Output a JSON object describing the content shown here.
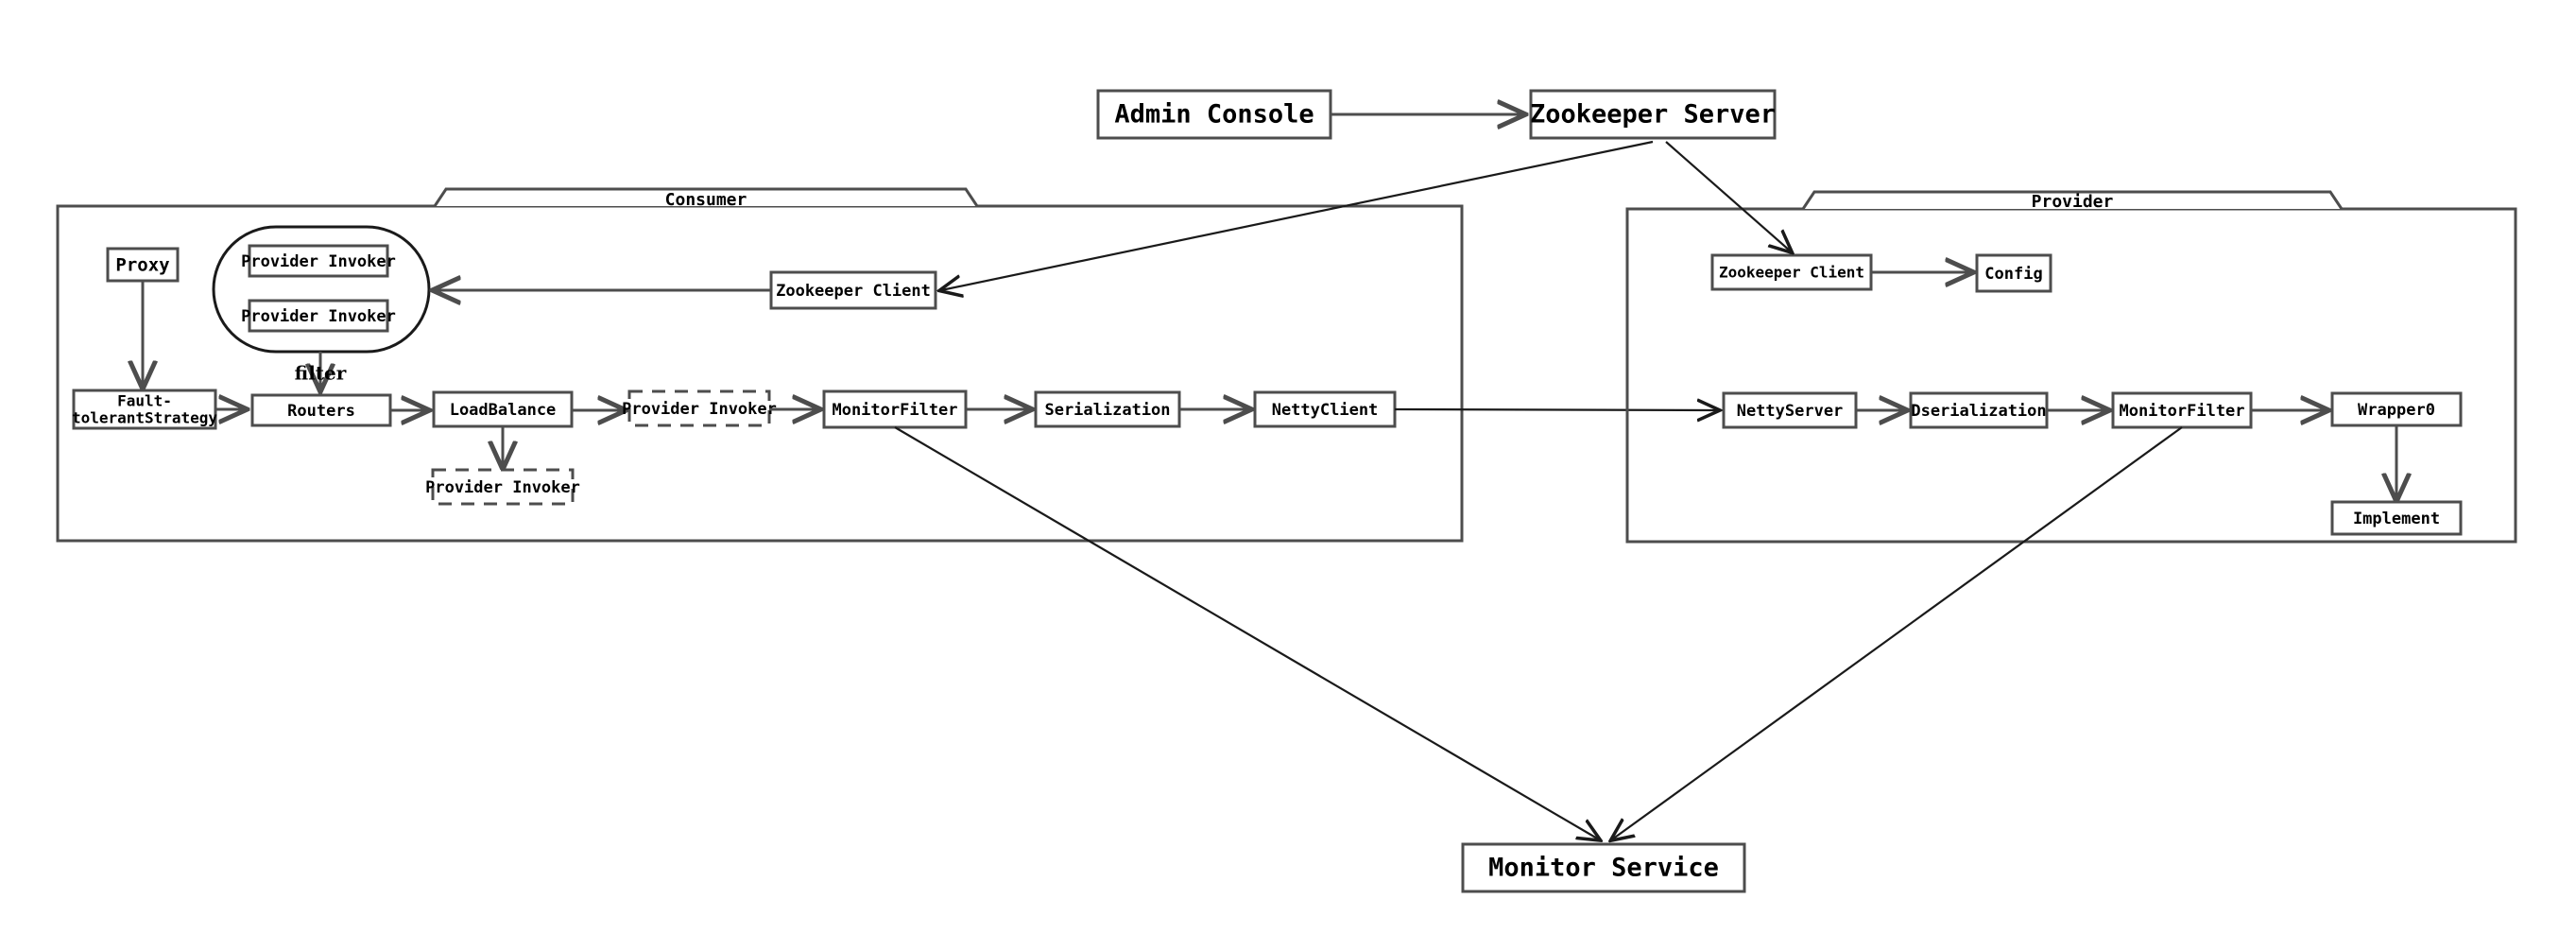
{
  "diagram": {
    "title": "Dubbo RPC Architecture",
    "background": "#ffffff",
    "stroke_color": "#4d4d4d",
    "text_color": "#000000"
  },
  "top_nodes": {
    "admin_console": "Admin Console",
    "zookeeper_server": "Zookeeper Server"
  },
  "bottom_nodes": {
    "monitor_service": "Monitor Service"
  },
  "groups": {
    "consumer": {
      "label": "Consumer"
    },
    "provider": {
      "label": "Provider"
    }
  },
  "consumer": {
    "proxy": "Proxy",
    "invoker_pool": {
      "invoker_1": "Provider Invoker",
      "invoker_2": "Provider Invoker"
    },
    "zookeeper_client": "Zookeeper Client",
    "fault_tolerant_strategy_line1": "Fault-",
    "fault_tolerant_strategy_line2": "tolerantStrategy",
    "routers": "Routers",
    "load_balance": "LoadBalance",
    "selected_invoker": "Provider Invoker",
    "chosen_invoker": "Provider Invoker",
    "monitor_filter": "MonitorFilter",
    "serialization": "Serialization",
    "netty_client": "NettyClient"
  },
  "provider": {
    "zookeeper_client": "Zookeeper Client",
    "config": "Config",
    "netty_server": "NettyServer",
    "dserialization": "Dserialization",
    "monitor_filter": "MonitorFilter",
    "wrapper0": "Wrapper0",
    "implement": "Implement"
  },
  "edge_labels": {
    "filter": "filter"
  }
}
